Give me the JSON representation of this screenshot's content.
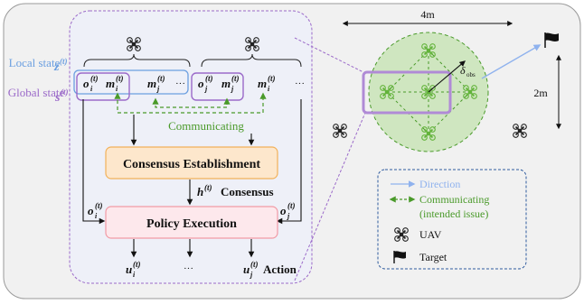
{
  "colors": {
    "panel_bg": "#f1f1f1",
    "inner_bg": "#eef0f8",
    "local_blue": "#6b9fe0",
    "global_purple": "#9b6ac9",
    "comm_green": "#4a9a2a",
    "consensus_fill": "#fde7cc",
    "consensus_stroke": "#f2b15a",
    "policy_fill": "#fde8ec",
    "policy_stroke": "#f19aa5",
    "circle_fill": "#cfe6c0",
    "uav_green": "#63b33b",
    "legend_border": "#2f5b9e",
    "direction_blue": "#8fb2ee"
  },
  "left_panel": {
    "local_state_label": "Local state",
    "local_state_symbol": "z",
    "global_state_label": "Global state",
    "global_state_symbol": "s",
    "superscript_t": "(t)",
    "obs_letter": "o",
    "msg_letter": "m",
    "sub_i": "i",
    "sub_j": "j",
    "ellipsis": "···",
    "communicating_label": "Communicating",
    "consensus_box_label": "Consensus Establishment",
    "h_symbol": "h",
    "consensus_label": "Consensus",
    "policy_box_label": "Policy Execution",
    "action_symbol": "u",
    "action_label": "Action"
  },
  "right_panel": {
    "width_label": "4m",
    "height_label": "2m",
    "delta_label": "δ",
    "delta_sub": "obs"
  },
  "legend": {
    "items": [
      {
        "label": "Direction",
        "icon": "blue-arrow-icon"
      },
      {
        "label": "Communicating",
        "label2": "(intended issue)",
        "icon": "green-dashed-double-arrow-icon"
      },
      {
        "label": "UAV",
        "icon": "uav-icon"
      },
      {
        "label": "Target",
        "icon": "flag-icon"
      }
    ]
  }
}
